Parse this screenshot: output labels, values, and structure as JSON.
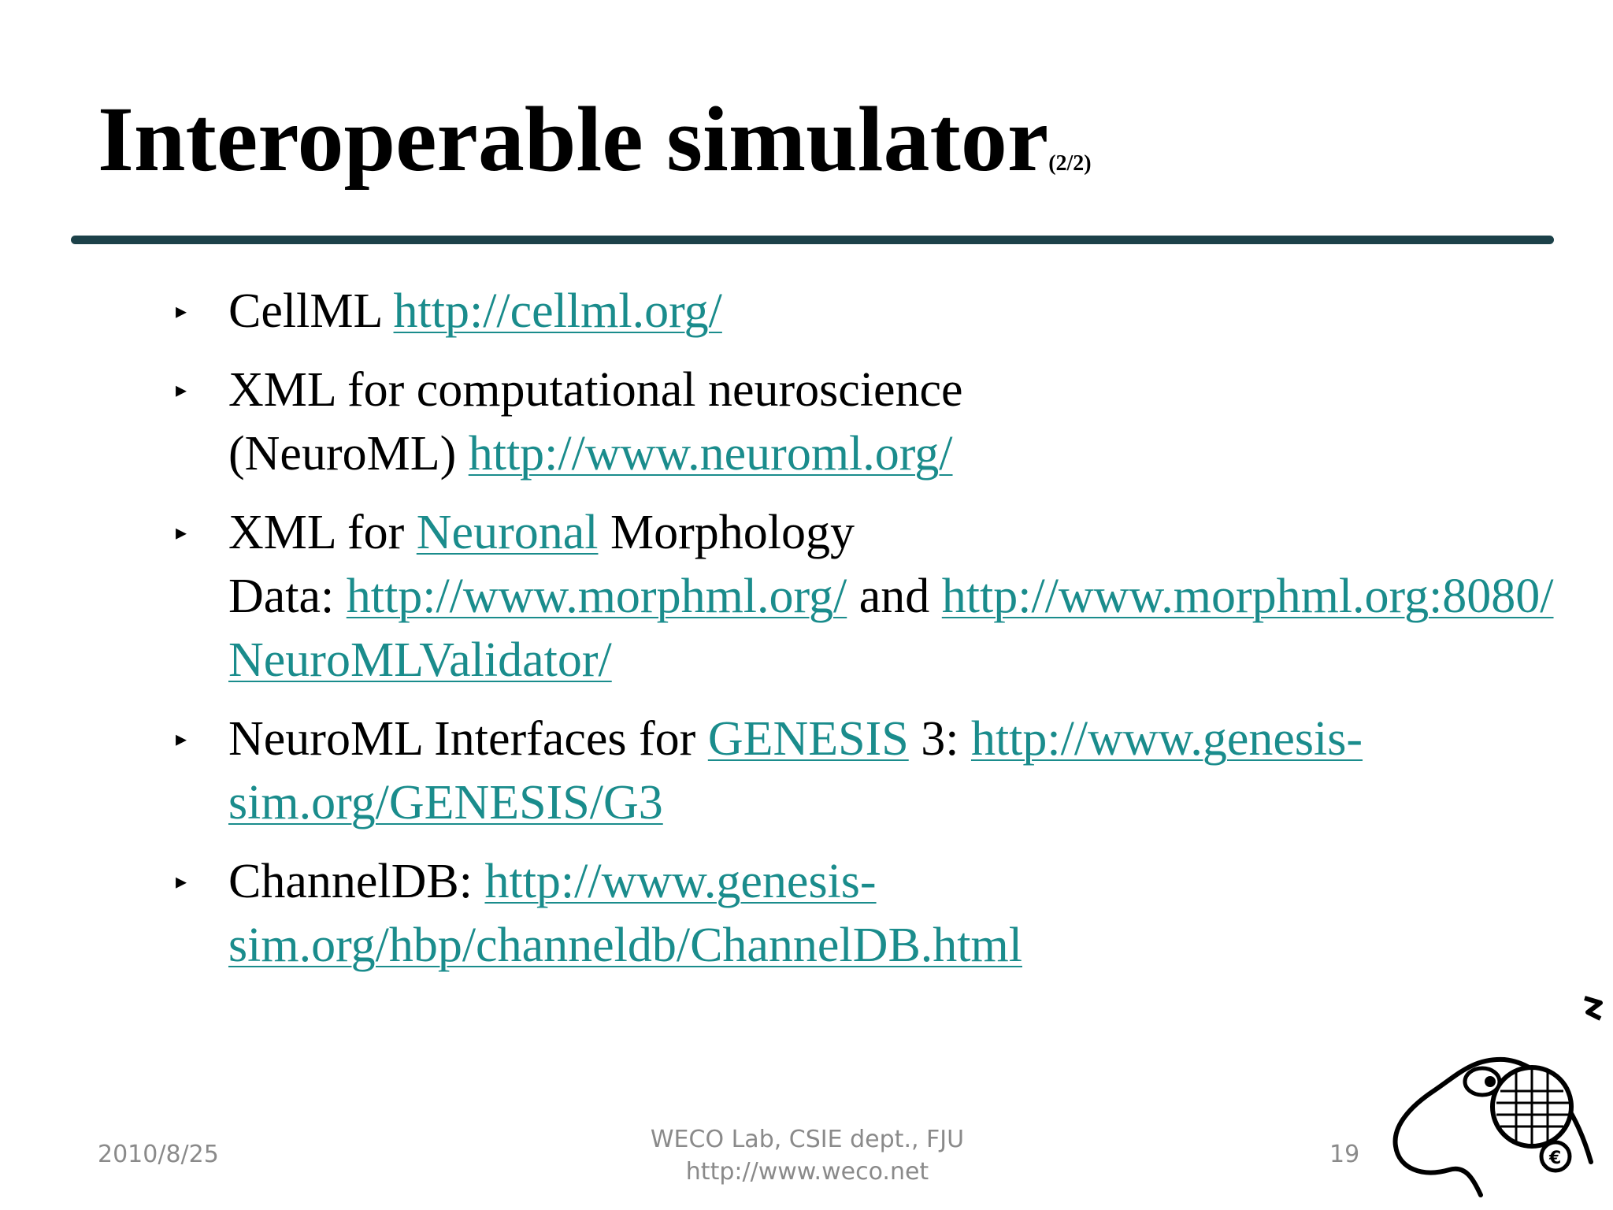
{
  "slide": {
    "title": "Interoperable simulator",
    "title_suffix": "(2/2)",
    "bullets": [
      {
        "parts": [
          {
            "text": "CellML ",
            "link": false
          },
          {
            "text": "http://cellml.org/",
            "link": true
          }
        ]
      },
      {
        "parts": [
          {
            "text": "XML for computational neuroscience",
            "link": false
          },
          {
            "text": "(NeuroML) ",
            "link": false
          },
          {
            "text": "http://www.neuroml.org/",
            "link": true
          }
        ]
      },
      {
        "parts": [
          {
            "text": "XML for ",
            "link": false
          },
          {
            "text": "Neuronal",
            "link": true
          },
          {
            "text": " Morphology",
            "link": false
          },
          {
            "text": "Data: ",
            "link": false
          },
          {
            "text": "http://www.morphml.org/",
            "link": true
          },
          {
            "text": " and ",
            "link": false
          },
          {
            "text": "http://www.morphml.org:8080/NeuroMLValidator/",
            "link": true
          }
        ]
      },
      {
        "parts": [
          {
            "text": "NeuroML Interfaces for ",
            "link": false
          },
          {
            "text": "GENESIS",
            "link": true
          },
          {
            "text": " 3: ",
            "link": false
          },
          {
            "text": "http://www.genesis-sim.org/GENESIS/G3",
            "link": true
          }
        ]
      },
      {
        "parts": [
          {
            "text": "ChannelDB: ",
            "link": false
          },
          {
            "text": "http://www.genesis-sim.org/hbp/channeldb/ChannelDB.html",
            "link": true
          }
        ]
      }
    ]
  },
  "footer": {
    "date": "2010/8/25",
    "lab": "WECO Lab, CSIE dept., FJU",
    "url": "http://www.weco.net",
    "page_number": "19"
  },
  "colors": {
    "link": "#1a8c8c",
    "rule": "#1c4149",
    "footer_text": "#8a8a8a"
  },
  "icons": {
    "bullet": "triangle-right-icon",
    "mascot": "brain-head-mascot-icon"
  }
}
